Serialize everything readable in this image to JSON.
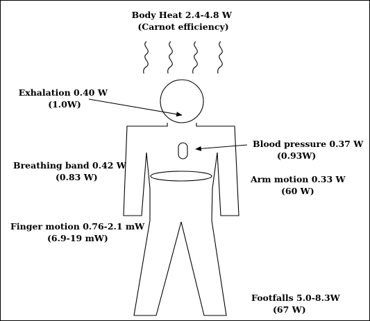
{
  "labels": {
    "body_heat": {
      "line1": "Body Heat 2.4-4.8 W",
      "line2": "(Carnot efficiency)"
    },
    "exhalation": {
      "line1": "Exhalation 0.40 W",
      "line2": "(1.0W)"
    },
    "blood_pressure": {
      "line1": "Blood pressure 0.37 W",
      "line2": "(0.93W)"
    },
    "breathing_band": {
      "line1": "Breathing band 0.42 W",
      "line2": "(0.83 W)"
    },
    "arm_motion": {
      "line1": "Arm motion 0.33 W",
      "line2": "(60 W)"
    },
    "finger_motion": {
      "line1": "Finger motion 0.76-2.1 mW",
      "line2": "(6.9-19 mW)"
    },
    "footfalls": {
      "line1": "Footfalls 5.0-8.3W",
      "line2": "(67 W)"
    }
  }
}
